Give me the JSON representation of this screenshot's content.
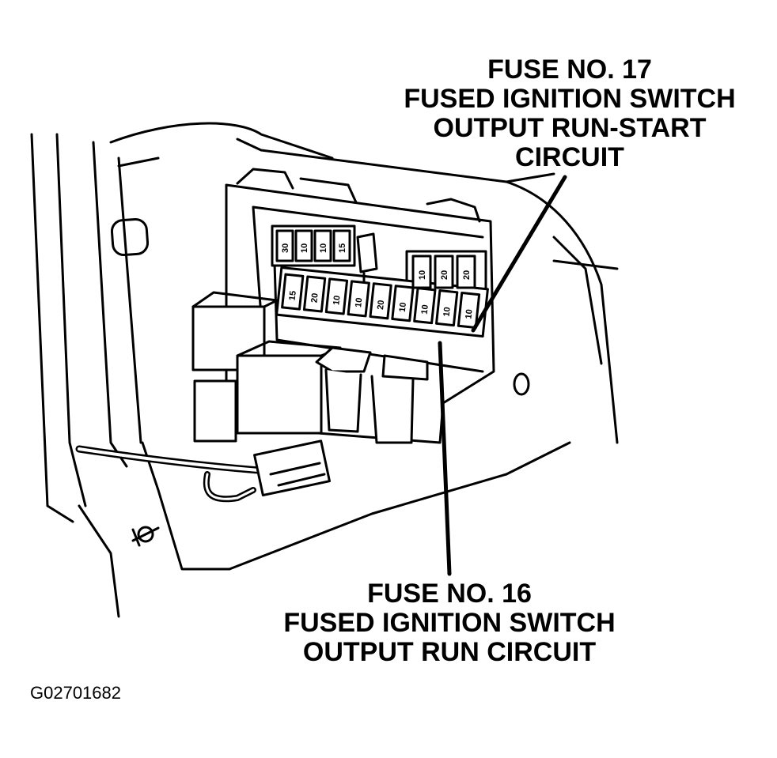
{
  "callouts": {
    "fuse_17": {
      "lines": [
        "FUSE NO. 17",
        "FUSED IGNITION SWITCH",
        "OUTPUT RUN-START",
        "CIRCUIT"
      ]
    },
    "fuse_16": {
      "lines": [
        "FUSE NO. 16",
        "FUSED IGNITION SWITCH",
        "OUTPUT RUN CIRCUIT"
      ]
    }
  },
  "fuse_ratings": {
    "top_left_row": [
      "30",
      "10",
      "10",
      "15"
    ],
    "top_right_row": [
      "10",
      "20",
      "20"
    ],
    "lower_row": [
      "15",
      "20",
      "10",
      "10",
      "20",
      "10",
      "10",
      "10",
      "10"
    ]
  },
  "figure_id": "G02701682",
  "colors": {
    "ink": "#000000",
    "paper": "#ffffff"
  }
}
